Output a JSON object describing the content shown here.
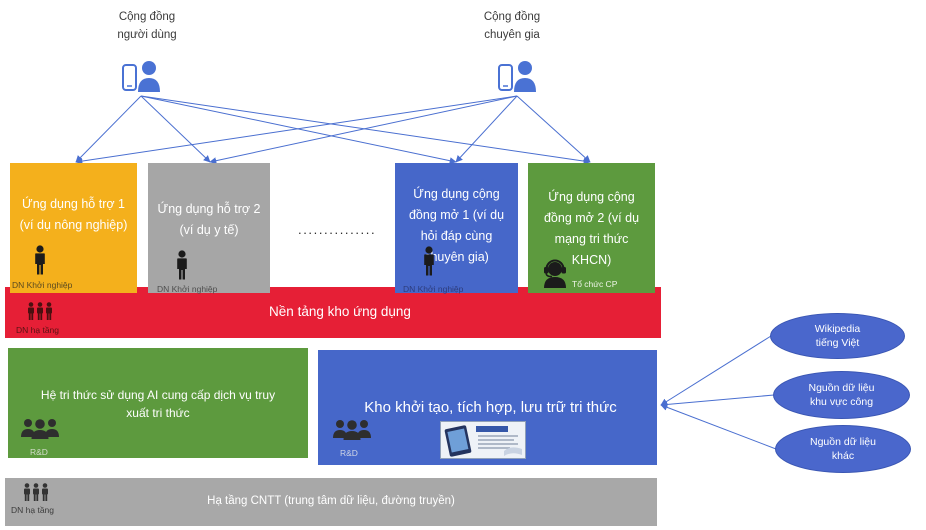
{
  "communities": [
    {
      "label": "Cộng đồng\nngười dùng",
      "icon": "phone-user-icon"
    },
    {
      "label": "Cộng đồng\nchuyên gia",
      "icon": "phone-user-icon"
    }
  ],
  "apps": [
    {
      "title": "Ứng dụng hỗ trợ 1\n(ví dụ nông nghiệp)",
      "owner": "DN Khởi nghiệp",
      "color": "#f4b01c",
      "icon": "person-icon"
    },
    {
      "title": "Ứng dụng hỗ trợ 2\n(ví dụ y tế)",
      "owner": "DN Khởi nghiệp",
      "color": "#a6a6a6",
      "icon": "person-icon"
    },
    {
      "title": "Ứng dụng cộng\nđồng mở 1 (ví dụ\nhỏi đáp cùng\nchuyên gia)",
      "owner": "DN Khởi nghiệp",
      "color": "#4667c9",
      "icon": "person-icon"
    },
    {
      "title": "Ứng dụng cộng\nđồng mở 2 (ví dụ\nmạng tri thức\nKHCN)",
      "owner": "Tổ chức CP",
      "color": "#5d9a3e",
      "icon": "headset-person-icon"
    }
  ],
  "ellipsis": "...............",
  "app_platform": {
    "label": "Nền tảng kho ứng dụng",
    "owner": "DN hạ tầng",
    "color": "#e61f36"
  },
  "knowledge_ai": {
    "label": "Hệ tri thức sử dụng AI cung cấp dịch vụ truy\nxuất tri thức",
    "owner": "R&D",
    "color": "#5d9a3e"
  },
  "knowledge_store": {
    "label": "Kho khởi tạo, tích hợp, lưu trữ tri thức",
    "owner": "R&D",
    "color": "#4667c9"
  },
  "infrastructure": {
    "label": "Hạ tầng CNTT (trung tâm dữ liệu, đường truyền)",
    "owner": "DN hạ tầng",
    "color": "#a8a8a8"
  },
  "data_sources": [
    {
      "label": "Wikipedia\ntiếng Việt"
    },
    {
      "label": "Nguồn dữ liệu\nkhu vực công"
    },
    {
      "label": "Nguồn dữ liệu\nkhác"
    }
  ],
  "colors": {
    "connector": "#4a6fd0",
    "oval": "#4a67cc",
    "icon_blue": "#4a72d4"
  }
}
